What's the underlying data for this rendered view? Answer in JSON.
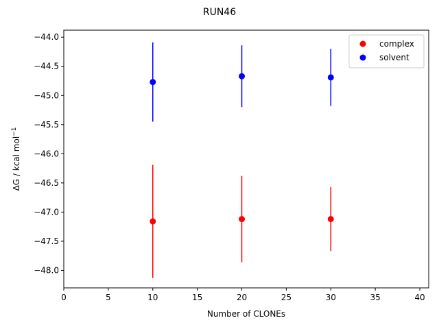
{
  "chart_data": {
    "type": "scatter",
    "title": "RUN46",
    "xlabel": "Number of CLONEs",
    "ylabel_main": "ΔG / kcal mol",
    "ylabel_sup": "−1",
    "xlim": [
      0,
      41
    ],
    "ylim": [
      -48.3,
      -43.88
    ],
    "x_ticks": [
      0,
      5,
      10,
      15,
      20,
      25,
      30,
      35,
      40
    ],
    "x_tick_labels": [
      "0",
      "5",
      "10",
      "15",
      "20",
      "25",
      "30",
      "35",
      "40"
    ],
    "y_ticks": [
      -48.0,
      -47.5,
      -47.0,
      -46.5,
      -46.0,
      -45.5,
      -45.0,
      -44.5,
      -44.0
    ],
    "y_tick_labels": [
      "−48.0",
      "−47.5",
      "−47.0",
      "−46.5",
      "−46.0",
      "−45.5",
      "−45.0",
      "−44.5",
      "−44.0"
    ],
    "grid": false,
    "legend_position": "top-right",
    "series": [
      {
        "name": "complex",
        "color": "#ff0000",
        "x": [
          10,
          20,
          30
        ],
        "y": [
          -47.16,
          -47.12,
          -47.12
        ],
        "yerr": [
          0.97,
          0.74,
          0.55
        ]
      },
      {
        "name": "solvent",
        "color": "#0000ff",
        "x": [
          10,
          20,
          30
        ],
        "y": [
          -44.77,
          -44.67,
          -44.69
        ],
        "yerr": [
          0.68,
          0.53,
          0.49
        ]
      }
    ]
  }
}
